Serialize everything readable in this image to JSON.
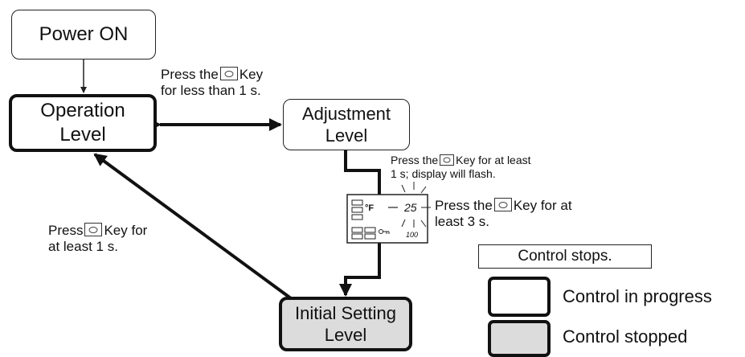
{
  "nodes": {
    "power_on": "Power ON",
    "operation_level": "Operation\nLevel",
    "adjustment_level": "Adjustment\nLevel",
    "initial_setting_level": "Initial Setting\nLevel"
  },
  "annotations": {
    "press_key_prefix": "Press the",
    "less_than_1s_suffix": "Key",
    "less_than_1s_line2": "for less than 1 s.",
    "at_least_1s_flash_suffix": "Key for at least",
    "at_least_1s_flash_line2": "1 s; display will flash.",
    "at_least_3s_suffix": "Key for at",
    "at_least_3s_line2": "least 3 s.",
    "press_key_short_prefix": "Press",
    "return_suffix": "Key for",
    "return_line2": "at least 1 s."
  },
  "display": {
    "unit": "°F",
    "value": "25",
    "small_value": "100"
  },
  "legend": {
    "control_stops": "Control stops.",
    "control_in_progress": "Control in progress",
    "control_stopped": "Control stopped"
  },
  "icons": {
    "key": "mode-key-icon"
  }
}
